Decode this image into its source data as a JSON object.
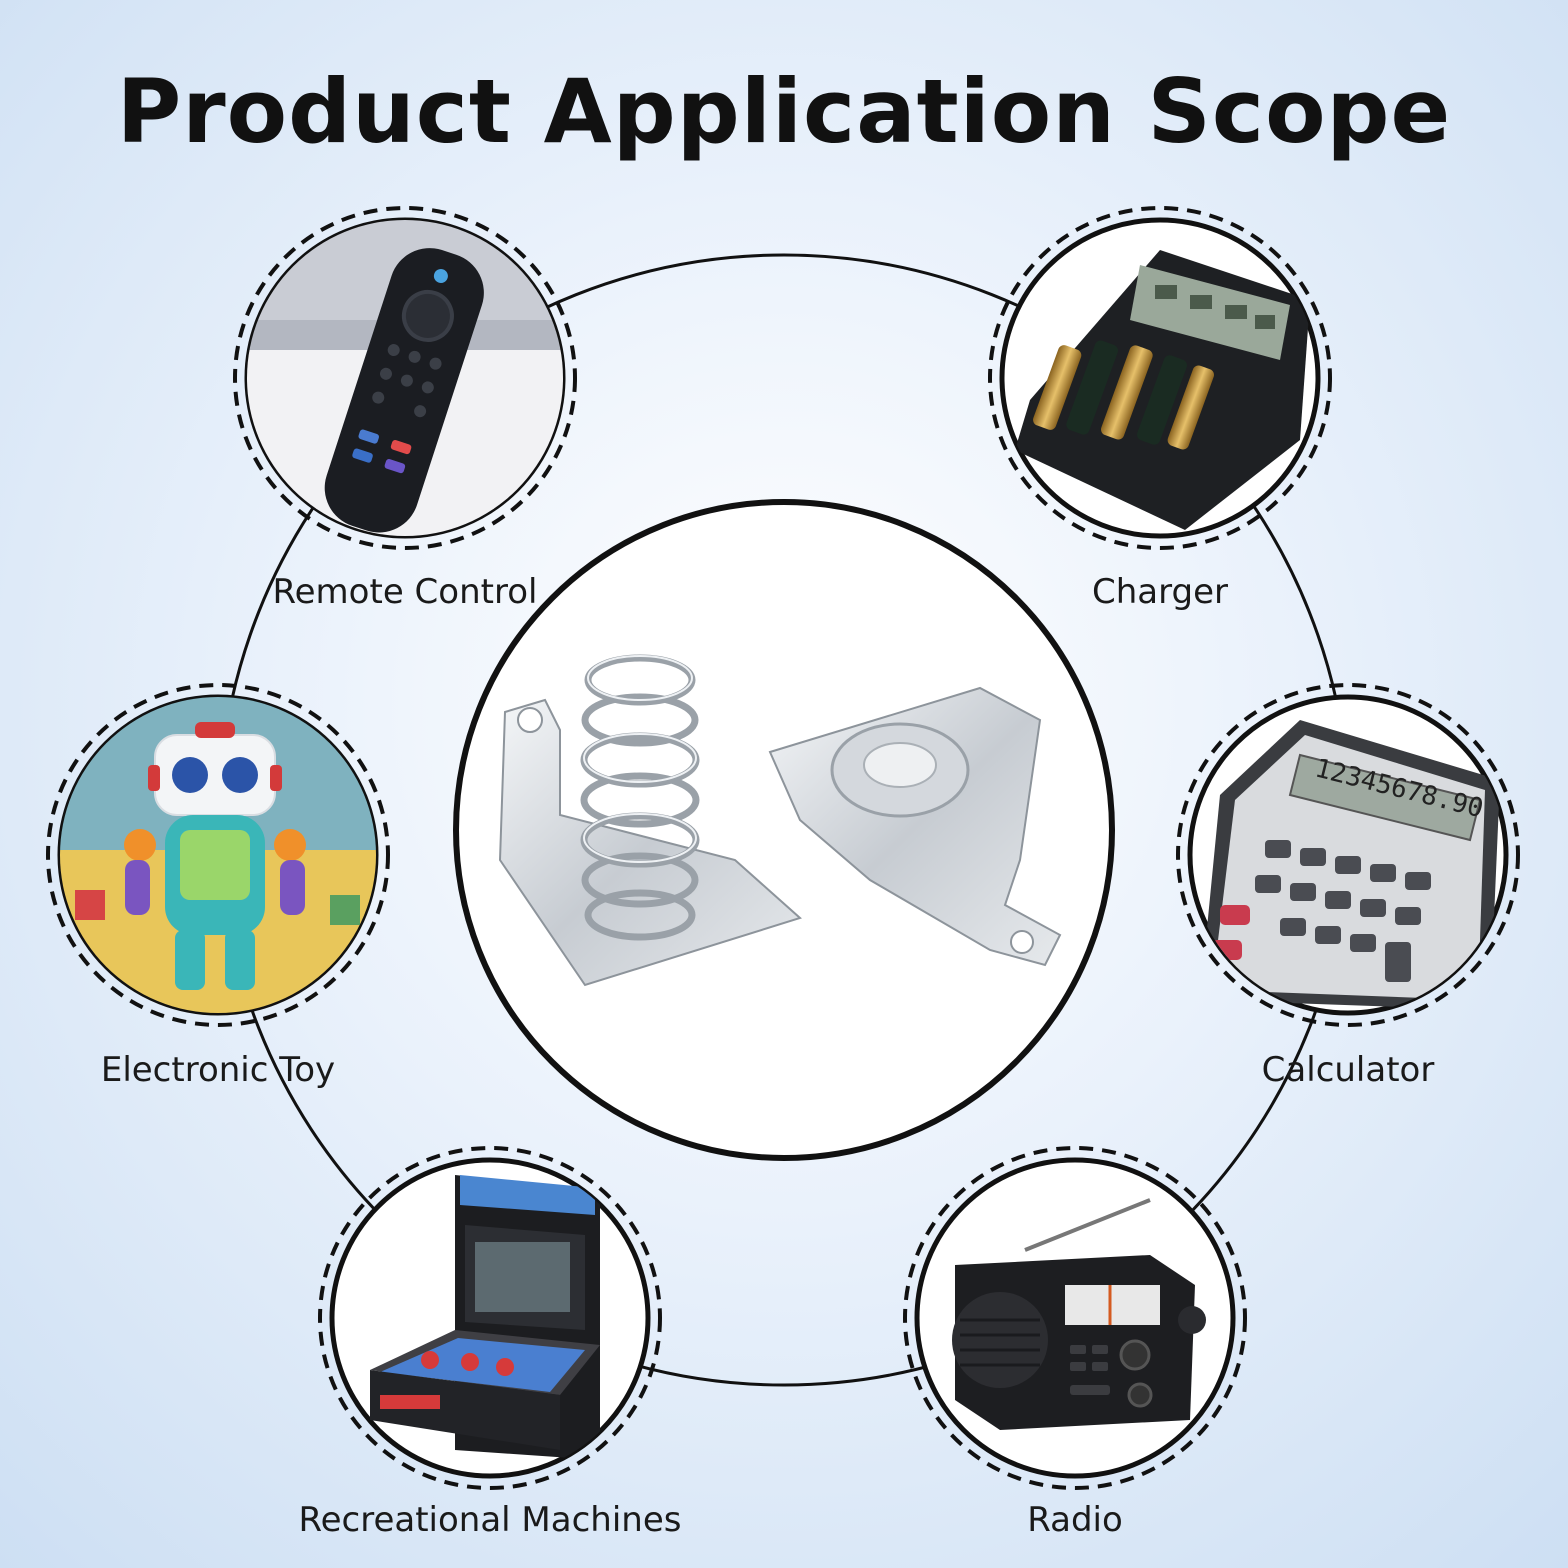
{
  "title": "Product Application Scope",
  "applications": [
    {
      "label": "Remote Control",
      "icon": "remote-control-icon"
    },
    {
      "label": "Charger",
      "icon": "battery-charger-icon"
    },
    {
      "label": "Electronic Toy",
      "icon": "robot-toy-icon"
    },
    {
      "label": "Calculator",
      "icon": "calculator-icon"
    },
    {
      "label": "Recreational Machines",
      "icon": "arcade-machine-icon"
    },
    {
      "label": "Radio",
      "icon": "radio-icon"
    }
  ],
  "center_product": {
    "icon": "battery-spring-contact-icon"
  },
  "calculator_display": "12345678.90",
  "colors": {
    "background": "#dbe8f6",
    "ring": "#111111",
    "text": "#111111"
  }
}
